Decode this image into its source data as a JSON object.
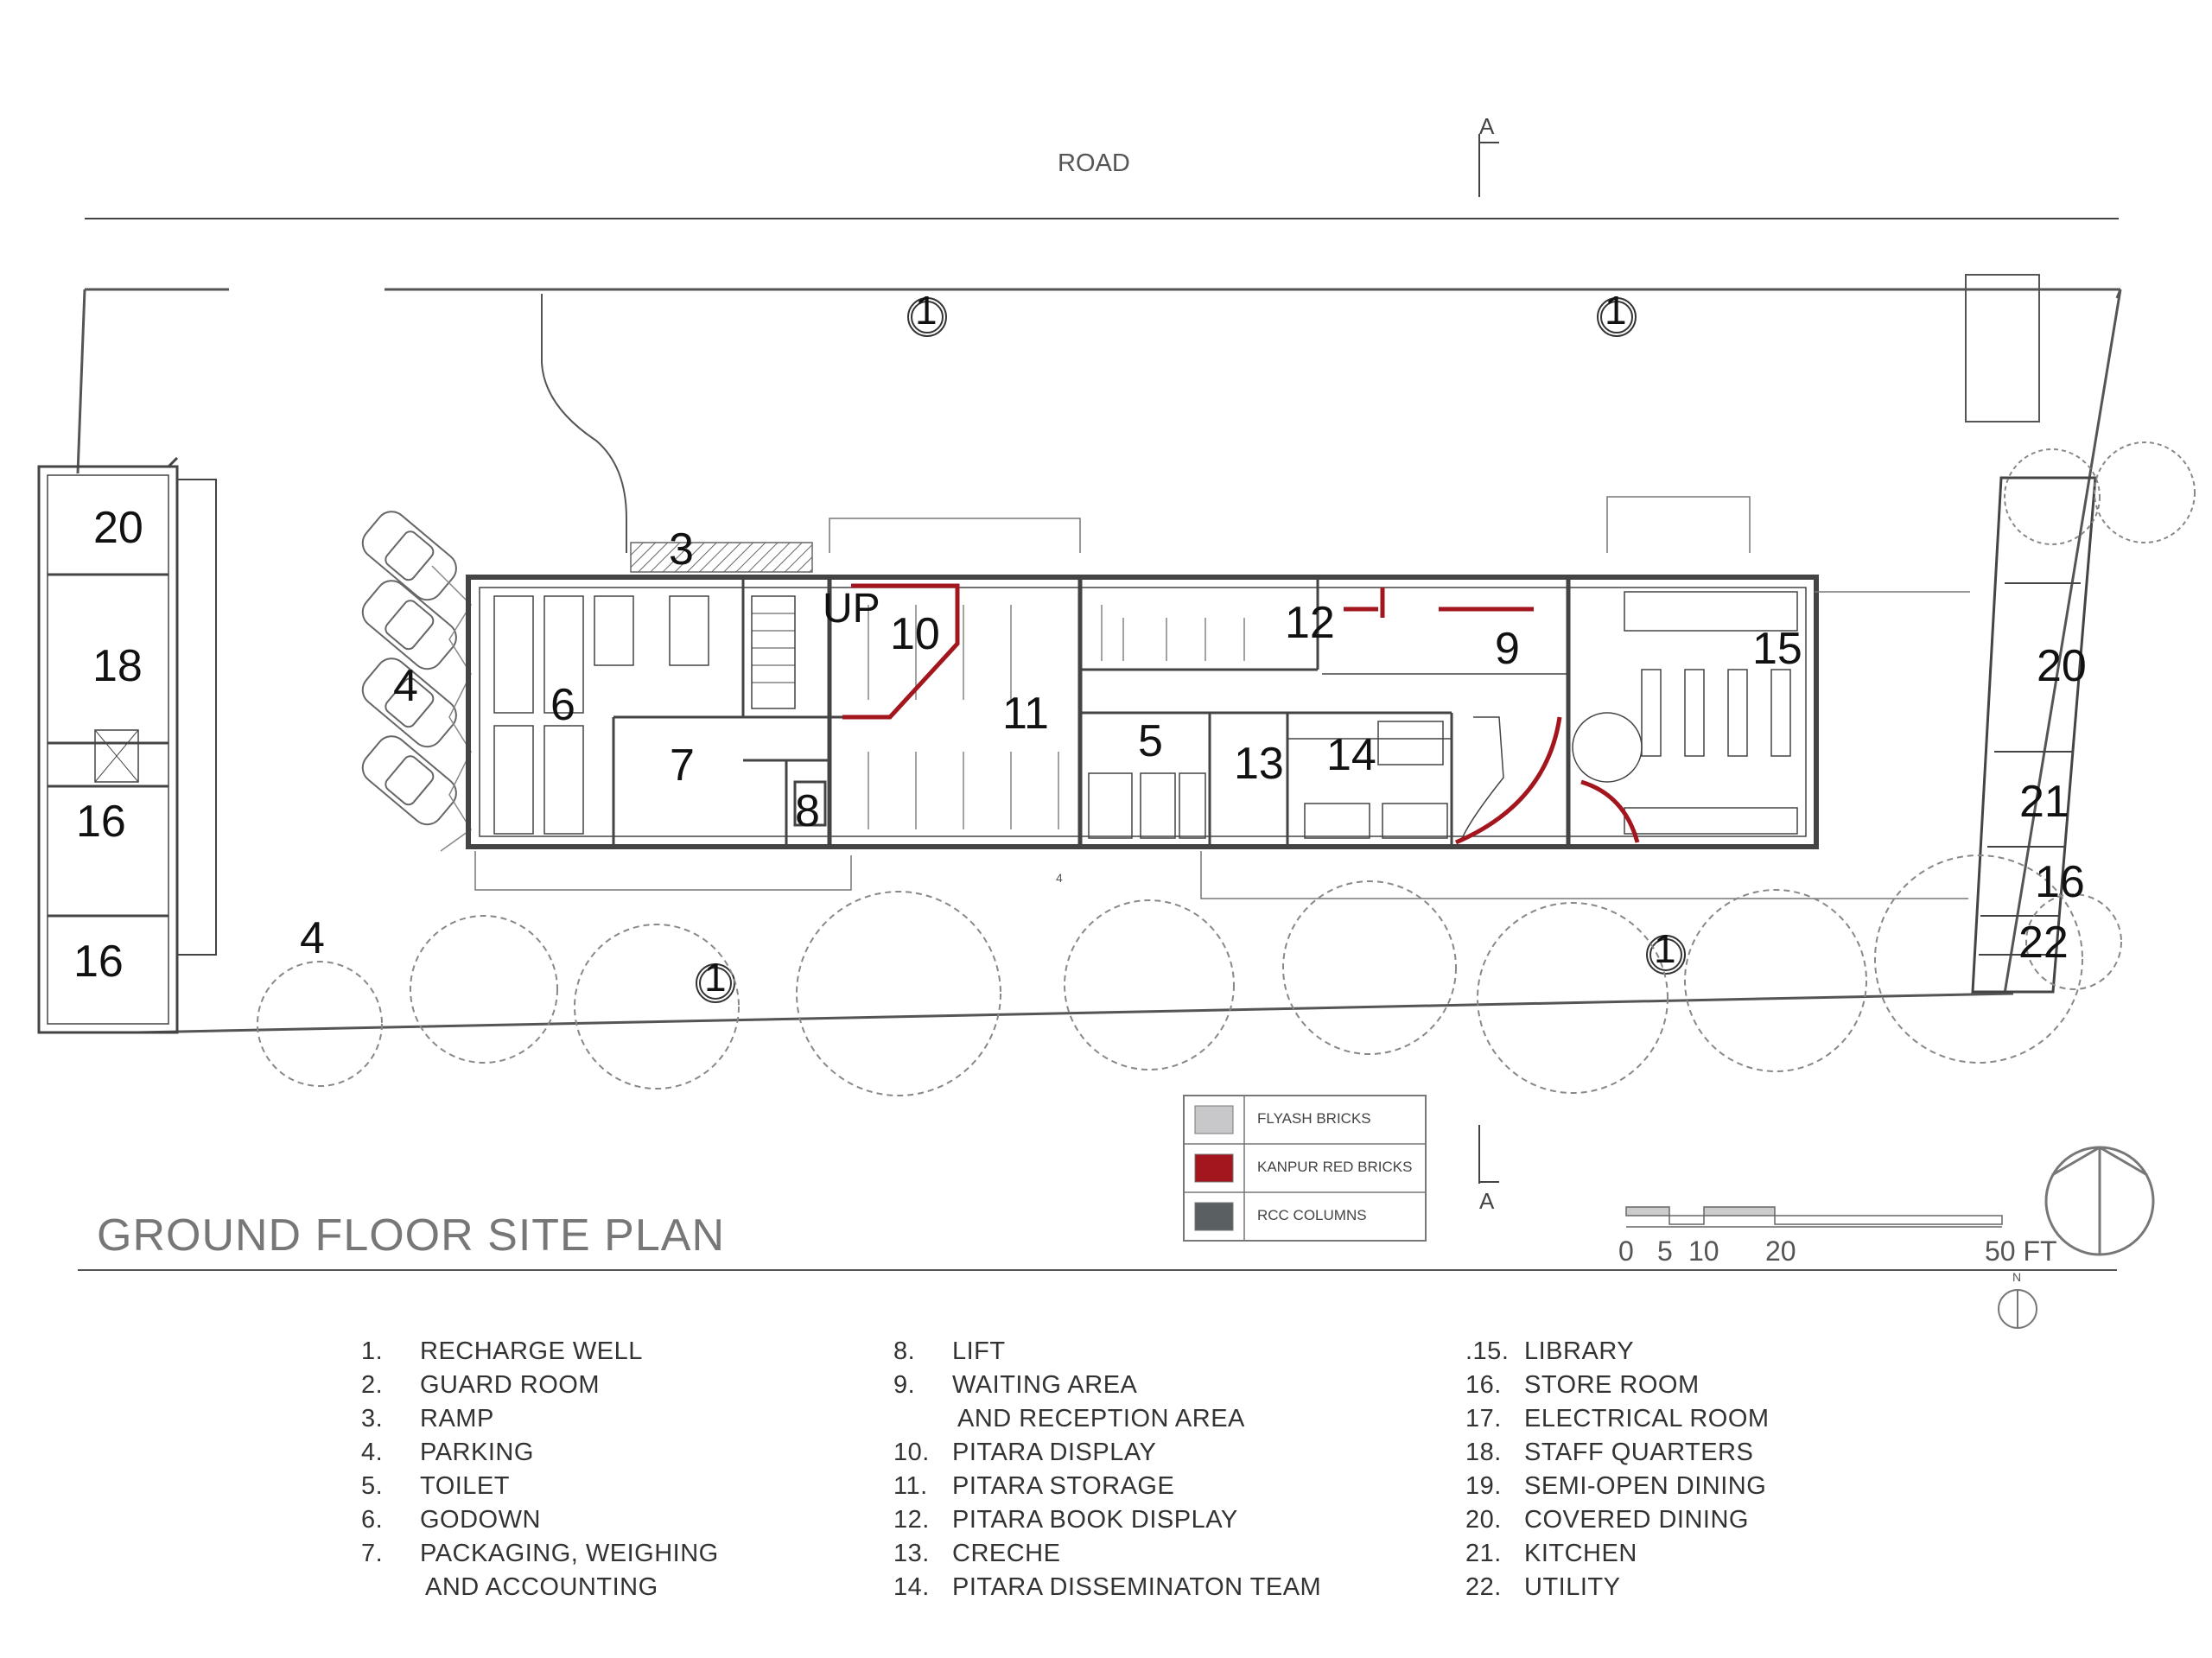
{
  "title": "GROUND FLOOR SITE PLAN",
  "road_label": "ROAD",
  "section_marks": [
    "A",
    "A"
  ],
  "stair_label": "UP",
  "dim_label": "4",
  "room_numbers": {
    "r20a": "20",
    "r18": "18",
    "r16a": "16",
    "r16b": "16",
    "r4a": "4",
    "r4b": "4",
    "r3": "3",
    "r6": "6",
    "r7": "7",
    "r8": "8",
    "r10": "10",
    "r11": "11",
    "r5": "5",
    "r13": "13",
    "r14": "14",
    "r12": "12",
    "r9": "9",
    "r15": "15",
    "r20b": "20",
    "r21": "21",
    "r16c": "16",
    "r22": "22",
    "w1a": "1",
    "w1b": "1",
    "w1c": "1",
    "w1d": "1"
  },
  "material_legend": [
    {
      "label": "FLYASH BRICKS",
      "color": "#c8c8ca"
    },
    {
      "label": "KANPUR RED BRICKS",
      "color": "#a3161d"
    },
    {
      "label": "RCC COLUMNS",
      "color": "#5a5f61"
    }
  ],
  "scale": {
    "ticks": [
      "0",
      "5",
      "10",
      "20",
      "50 FT"
    ]
  },
  "north_label": "N",
  "legend": {
    "col1": [
      {
        "n": "1.",
        "t": "RECHARGE WELL"
      },
      {
        "n": "2.",
        "t": "GUARD ROOM"
      },
      {
        "n": "3.",
        "t": "RAMP"
      },
      {
        "n": "4.",
        "t": "PARKING"
      },
      {
        "n": "5.",
        "t": "TOILET"
      },
      {
        "n": "6.",
        "t": "GODOWN"
      },
      {
        "n": "7.",
        "t": "PACKAGING, WEIGHING"
      },
      {
        "n": "",
        "t": "AND ACCOUNTING"
      }
    ],
    "col2": [
      {
        "n": "8.",
        "t": "LIFT"
      },
      {
        "n": "9.",
        "t": "WAITING AREA"
      },
      {
        "n": "",
        "t": "AND RECEPTION AREA"
      },
      {
        "n": "10.",
        "t": "PITARA DISPLAY"
      },
      {
        "n": "11.",
        "t": "PITARA STORAGE"
      },
      {
        "n": "12.",
        "t": "PITARA BOOK DISPLAY"
      },
      {
        "n": "13.",
        "t": "CRECHE"
      },
      {
        "n": "14.",
        "t": "PITARA DISSEMINATON TEAM"
      }
    ],
    "col3": [
      {
        "n": ".15.",
        "t": "LIBRARY"
      },
      {
        "n": "16.",
        "t": "STORE ROOM"
      },
      {
        "n": "17.",
        "t": "ELECTRICAL ROOM"
      },
      {
        "n": "18.",
        "t": "STAFF QUARTERS"
      },
      {
        "n": "19.",
        "t": "SEMI-OPEN DINING"
      },
      {
        "n": "20.",
        "t": "COVERED DINING"
      },
      {
        "n": "21.",
        "t": "KITCHEN"
      },
      {
        "n": "22.",
        "t": "UTILITY"
      }
    ]
  }
}
